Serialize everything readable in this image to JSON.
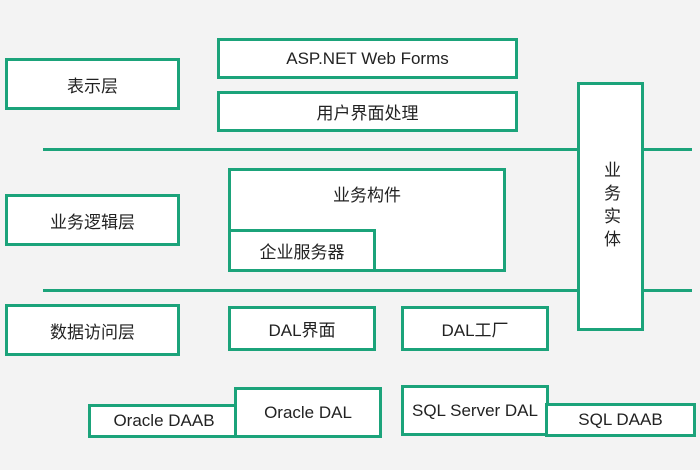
{
  "layers": {
    "presentation": "表示层",
    "business": "业务逻辑层",
    "data_access": "数据访问层"
  },
  "presentation": {
    "web_forms": "ASP.NET Web Forms",
    "ui_processing": "用户界面处理"
  },
  "business": {
    "components": "业务构件",
    "enterprise_services": "企业服务器"
  },
  "data_access": {
    "dal_interface": "DAL界面",
    "dal_factory": "DAL工厂",
    "oracle_daab": "Oracle DAAB",
    "oracle_dal": "Oracle DAL",
    "sqlserver_dal": "SQL Server DAL",
    "sql_daab": "SQL DAAB"
  },
  "entity": {
    "label": "业务实体"
  },
  "colors": {
    "accent": "#1ba37a",
    "background": "#f3f3f3"
  }
}
